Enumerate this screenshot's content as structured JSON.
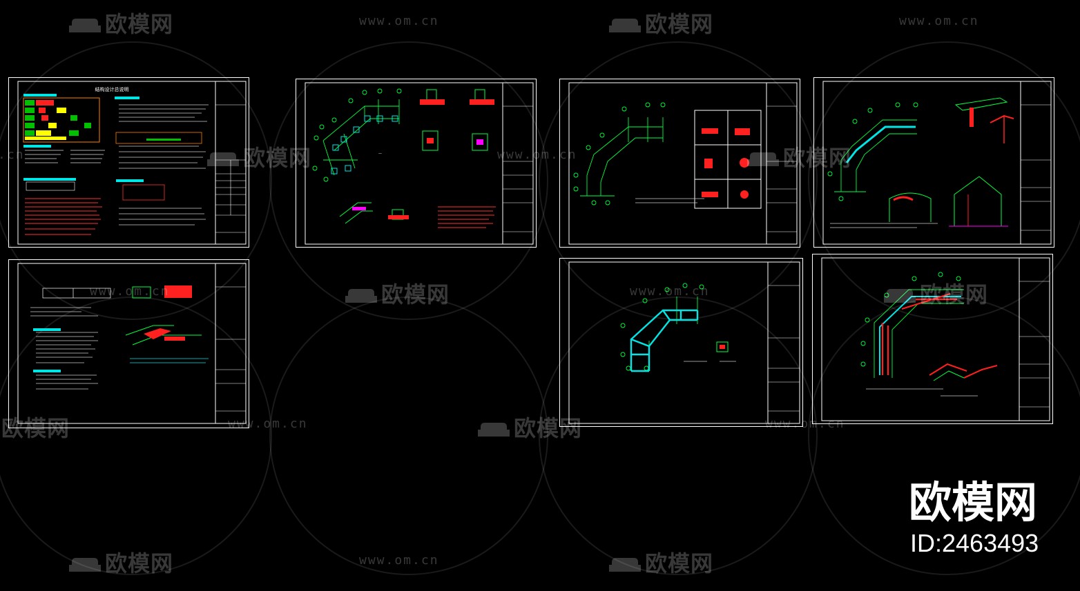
{
  "watermark": {
    "logo_text": "欧模网",
    "url_text": "www.om.cn"
  },
  "brand": {
    "name": "欧模网",
    "id_label": "ID:2463493"
  },
  "sheets": [
    {
      "name": "sheet-structural-notes",
      "title": "结构设计总说明"
    },
    {
      "name": "sheet-foundation-plan",
      "title": ""
    },
    {
      "name": "sheet-column-plan",
      "title": ""
    },
    {
      "name": "sheet-roof-plan",
      "title": ""
    },
    {
      "name": "sheet-detail-notes",
      "title": ""
    },
    {
      "name": "sheet-beam-plan",
      "title": ""
    },
    {
      "name": "sheet-rafter-plan",
      "title": ""
    }
  ],
  "colors": {
    "background": "#000000",
    "frame": "#ffffff",
    "accent_green": "#00ff3c",
    "accent_cyan": "#00e5e5",
    "accent_red": "#ff2020",
    "accent_magenta": "#ff00ff",
    "accent_yellow": "#ffff00"
  },
  "icons": [
    "sofa-logo-icon"
  ]
}
